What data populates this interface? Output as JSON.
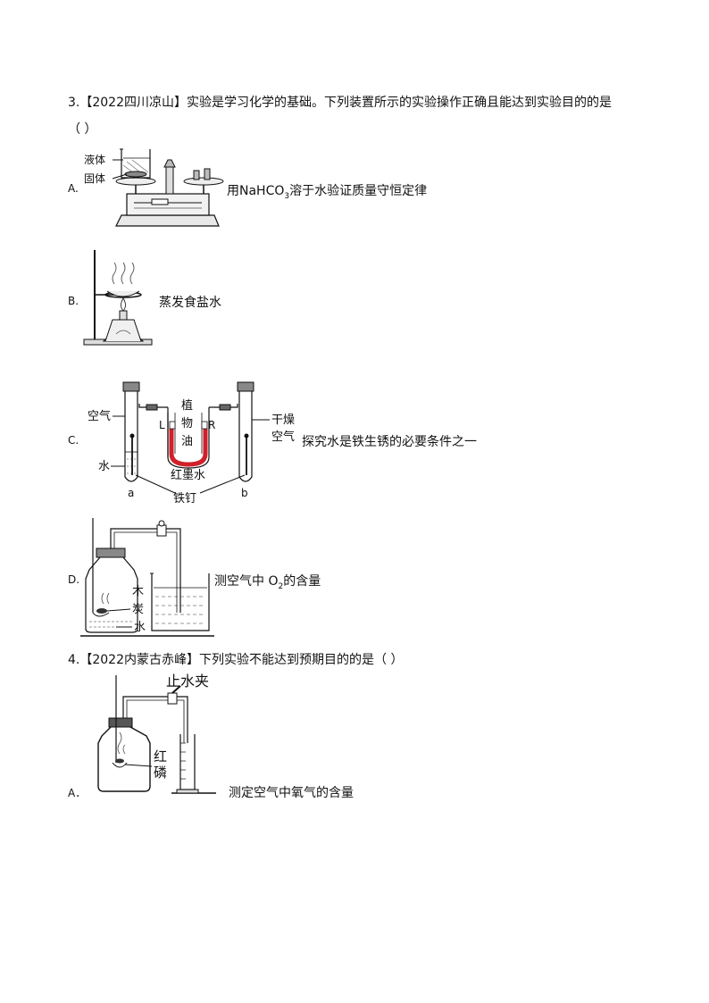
{
  "q3": {
    "number": "3.",
    "source": "【2022四川凉山】",
    "stem": "实验是学习化学的基础。下列装置所示的实验操作正确且能达到实验目的的是",
    "bracket": "（      ）",
    "options": [
      {
        "letter": "A.",
        "caption_pre": "用NaHCO",
        "caption_sub": "3",
        "caption_post": "溶于水验证质量守恒定律",
        "labels": {
          "liquid": "液体",
          "solid": "固体"
        }
      },
      {
        "letter": "B.",
        "caption": "蒸发食盐水"
      },
      {
        "letter": "C.",
        "caption": "探究水是铁生锈的必要条件之一",
        "labels": {
          "air": "空气",
          "water": "水",
          "plant": "植",
          "plant2": "物",
          "plant3": "油",
          "L": "L",
          "R": "R",
          "dry": "干燥",
          "dry_air": "空气",
          "red_ink": "红墨水",
          "nail": "铁钉",
          "a": "a",
          "b": "b"
        }
      },
      {
        "letter": "D.",
        "caption_pre": "测空气中 O",
        "caption_sub": "2",
        "caption_post": "的含量",
        "labels": {
          "wood": "木",
          "charcoal": "炭",
          "water": "水"
        }
      }
    ]
  },
  "q4": {
    "number": "4.",
    "source": "【2022内蒙古赤峰】",
    "stem": "下列实验不能达到预期目的的是（      ）",
    "options": [
      {
        "letter": "A．",
        "caption": "测定空气中氧气的含量",
        "labels": {
          "clip": "止水夹",
          "red": "红",
          "phos": "磷"
        }
      }
    ]
  },
  "colors": {
    "red_ink": "#d0202a",
    "ink": "#111111"
  }
}
